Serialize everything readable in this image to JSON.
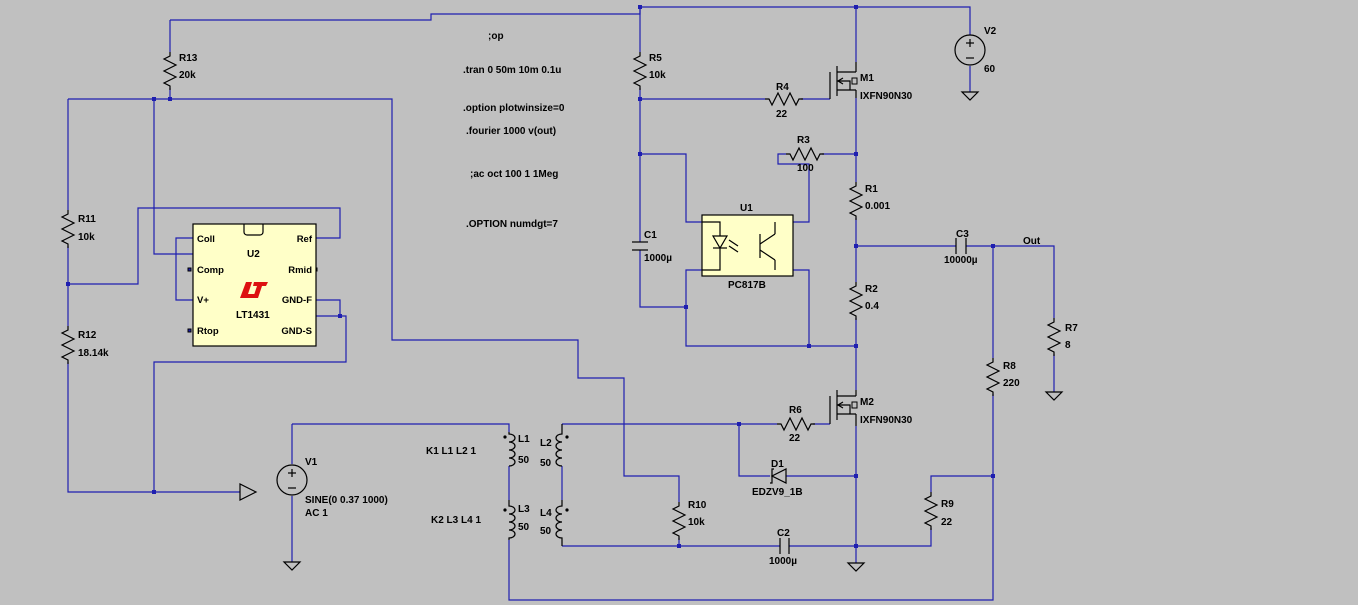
{
  "colors": {
    "background": "#c0c0c0",
    "wire": "#1f1fb0",
    "component": "#000000",
    "ic_fill": "#ffffc8",
    "logo": "#dd1111"
  },
  "directives": [
    ";op",
    ".tran 0 50m 10m 0.1u",
    ".option plotwinsize=0",
    ".fourier 1000 v(out)",
    ";ac oct 100 1 1Meg",
    ".OPTION numdgt=7"
  ],
  "coupling": [
    "K1 L1 L2 1",
    "K2 L3 L4 1"
  ],
  "net_label": "Out",
  "components": {
    "R13": {
      "name": "R13",
      "value": "20k"
    },
    "R5": {
      "name": "R5",
      "value": "10k"
    },
    "R4": {
      "name": "R4",
      "value": "22"
    },
    "R3": {
      "name": "R3",
      "value": "100"
    },
    "R1": {
      "name": "R1",
      "value": "0.001"
    },
    "R2": {
      "name": "R2",
      "value": "0.4"
    },
    "R11": {
      "name": "R11",
      "value": "10k"
    },
    "R12": {
      "name": "R12",
      "value": "18.14k"
    },
    "R7": {
      "name": "R7",
      "value": "8"
    },
    "R8": {
      "name": "R8",
      "value": "220"
    },
    "R6": {
      "name": "R6",
      "value": "22"
    },
    "R9": {
      "name": "R9",
      "value": "22"
    },
    "R10": {
      "name": "R10",
      "value": "10k"
    },
    "C1": {
      "name": "C1",
      "value": "1000µ"
    },
    "C2": {
      "name": "C2",
      "value": "1000µ"
    },
    "C3": {
      "name": "C3",
      "value": "10000µ"
    },
    "M1": {
      "name": "M1",
      "value": "IXFN90N30"
    },
    "M2": {
      "name": "M2",
      "value": "IXFN90N30"
    },
    "V1": {
      "name": "V1",
      "value": "SINE(0 0.37 1000)",
      "value2": "AC 1"
    },
    "V2": {
      "name": "V2",
      "value": "60"
    },
    "U1": {
      "name": "U1",
      "value": "PC817B"
    },
    "U2": {
      "name": "U2",
      "value": "LT1431",
      "pins": [
        "Coll",
        "Comp",
        "V+",
        "Rtop",
        "Ref",
        "Rmid",
        "GND-F",
        "GND-S"
      ]
    },
    "L1": {
      "name": "L1",
      "value": "50"
    },
    "L2": {
      "name": "L2",
      "value": "50"
    },
    "L3": {
      "name": "L3",
      "value": "50"
    },
    "L4": {
      "name": "L4",
      "value": "50"
    },
    "D1": {
      "name": "D1",
      "value": "EDZV9_1B"
    }
  }
}
